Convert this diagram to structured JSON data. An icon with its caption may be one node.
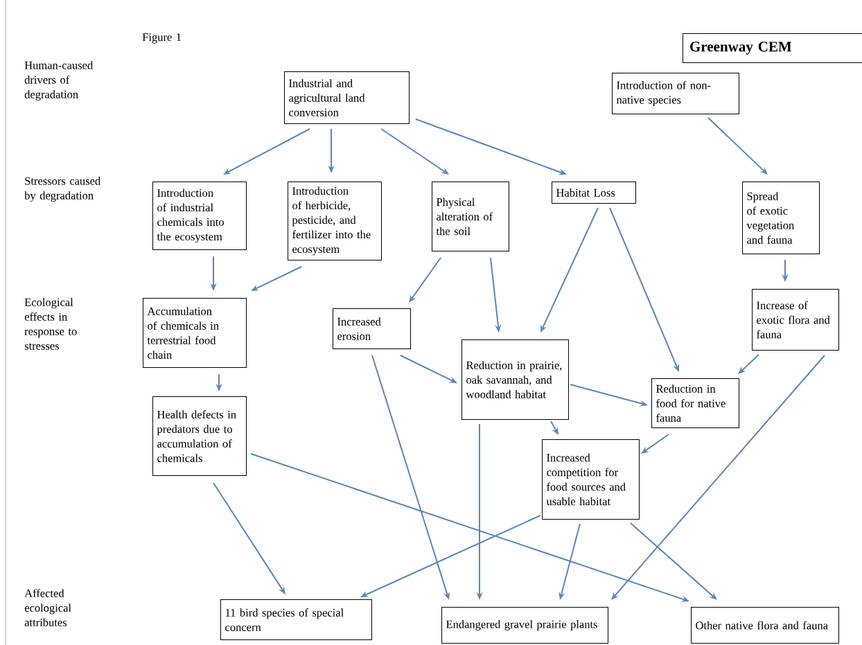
{
  "diagram": {
    "title": "Greenway CEM",
    "nodes": [
      {
        "text": [
          "Industrial and agricultural land conversion"
        ]
      },
      {
        "text": [
          "Introduction of non-native species"
        ]
      },
      {
        "text": [
          "Introduction of industrial chemicals into the ecosystem"
        ]
      },
      {
        "text": [
          "Introduction of herbicide, pesticide, and fertilizer into the ecosystem"
        ]
      },
      {
        "text": [
          "Physical alteration of the soil"
        ]
      },
      {
        "text": [
          "Habitat Loss"
        ]
      },
      {
        "text": [
          "Spread of exotic vegetation and fauna"
        ]
      },
      {
        "text": [
          "Accumulation of chemicals in terrestrial food chain"
        ]
      },
      {
        "text": [
          "Increased erosion"
        ]
      },
      {
        "text": [
          "Increase of exotic flora and fauna"
        ]
      },
      {
        "text": [
          "Reduction in prairie, oak savannah, and woodland habitat"
        ]
      },
      {
        "text": [
          "Reduction in food for native fauna"
        ]
      },
      {
        "text": [
          "Health defects in predators due to accumulation of chemicals"
        ]
      },
      {
        "text": [
          "Increased competition for food sources and usable habitat"
        ]
      },
      {
        "text": [
          "11 bird species of special concern"
        ]
      },
      {
        "text": [
          "Endangered gravel prairie plants"
        ]
      },
      {
        "text": [
          "Other native flora and fauna"
        ]
      }
    ],
    "edges": [
      {
        "from": 0,
        "to": 2,
        "arrow": "to"
      },
      {
        "from": 0,
        "to": 3,
        "arrow": "to"
      },
      {
        "from": 0,
        "to": 4,
        "arrow": "to"
      },
      {
        "from": 0,
        "to": 5,
        "arrow": "to"
      },
      {
        "from": 1,
        "to": 6,
        "arrow": "to"
      },
      {
        "from": 2,
        "to": 7,
        "arrow": "to"
      },
      {
        "from": 3,
        "to": 7,
        "arrow": "to"
      },
      {
        "from": 4,
        "to": 8,
        "arrow": "to"
      },
      {
        "from": 4,
        "to": 10,
        "arrow": "to"
      },
      {
        "from": 5,
        "to": 10,
        "arrow": "to"
      },
      {
        "from": 5,
        "to": 11,
        "arrow": "to"
      },
      {
        "from": 6,
        "to": 9,
        "arrow": "to"
      },
      {
        "from": 7,
        "to": 12,
        "arrow": "to"
      },
      {
        "from": 8,
        "to": 10,
        "arrow": "to"
      },
      {
        "from": 8,
        "to": 15,
        "arrow": "to"
      },
      {
        "from": 9,
        "to": 11,
        "arrow": "to"
      },
      {
        "from": 9,
        "to": 15,
        "arrow": "to"
      },
      {
        "from": 10,
        "to": 11,
        "arrow": "to"
      },
      {
        "from": 10,
        "to": 13,
        "arrow": "to"
      },
      {
        "from": 10,
        "to": 15,
        "arrow": "to"
      },
      {
        "from": 11,
        "to": 13,
        "arrow": "to"
      },
      {
        "from": 12,
        "to": 14,
        "arrow": "to"
      },
      {
        "from": 12,
        "to": 16,
        "arrow": "to"
      },
      {
        "from": 13,
        "to": 14,
        "arrow": "to"
      },
      {
        "from": 13,
        "to": 15,
        "arrow": "to"
      },
      {
        "from": 13,
        "to": 16,
        "arrow": "to"
      }
    ],
    "labels": [
      "Figure 1",
      "Human-caused drivers of degradation",
      "Stressors caused by degradation",
      "Ecological effects in response to stresses",
      "Affected ecological attributes"
    ]
  }
}
